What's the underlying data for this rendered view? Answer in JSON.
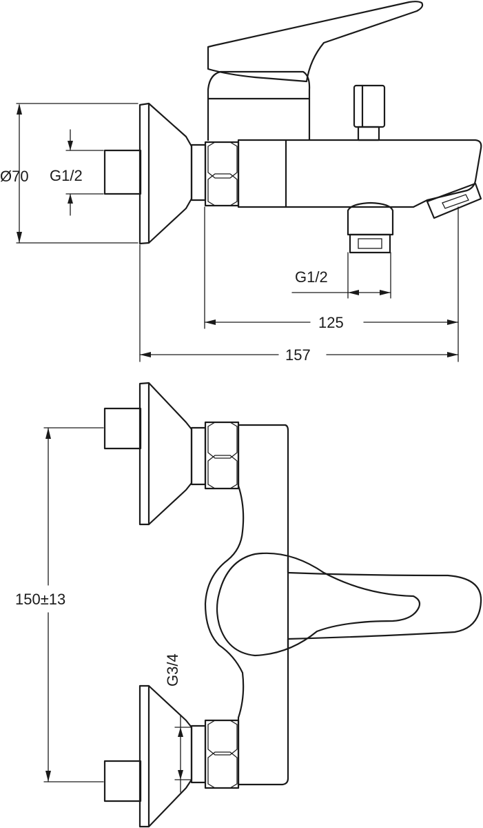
{
  "labels": {
    "diameter_flange": "Ø70",
    "inlet_thread_side": "G1/2",
    "outlet_thread": "G1/2",
    "width_125": "125",
    "width_157": "157",
    "center_distance": "150±13",
    "inlet_thread_top": "G3/4"
  }
}
